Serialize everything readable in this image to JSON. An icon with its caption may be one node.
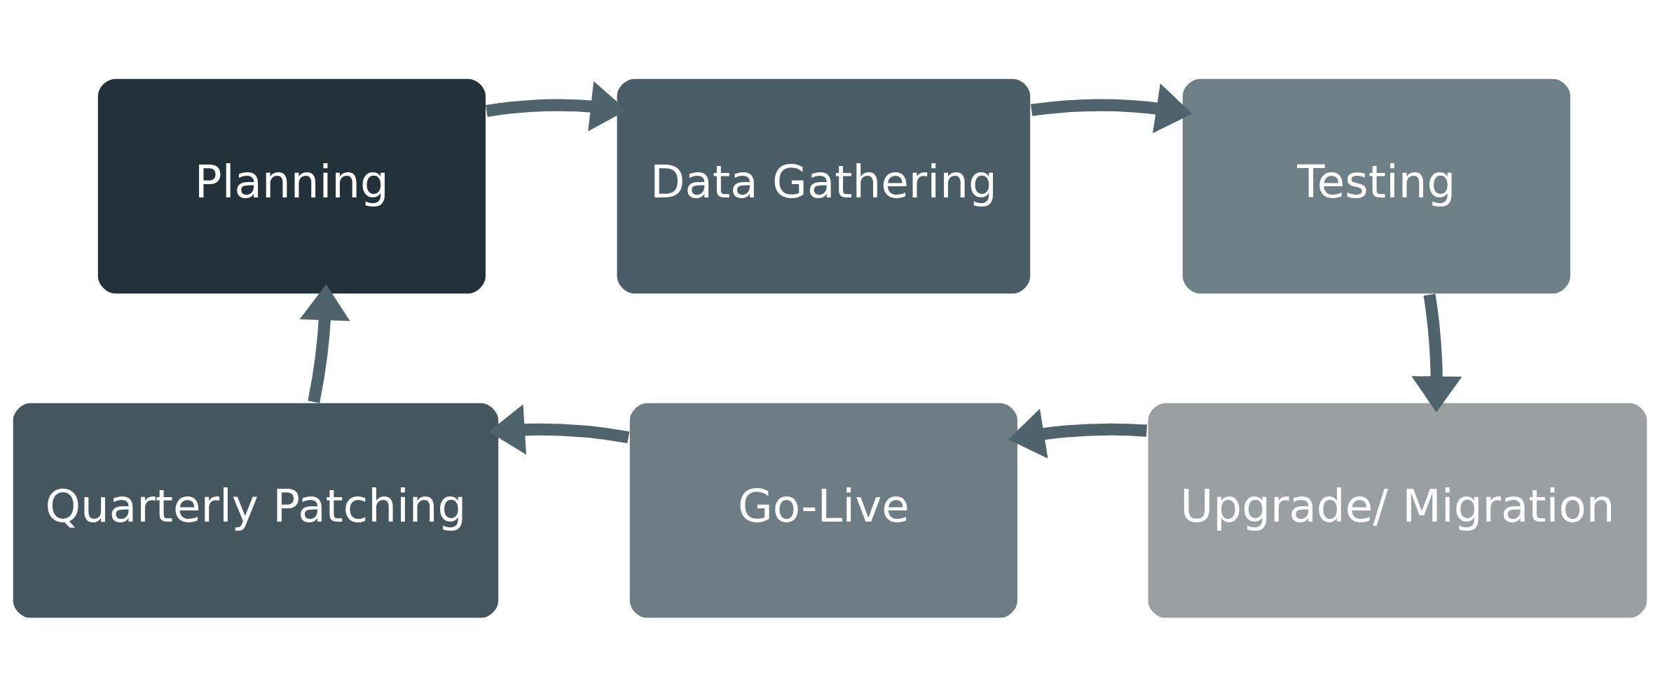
{
  "diagram": {
    "nodes": [
      {
        "text": [
          "Planning"
        ]
      },
      {
        "text": [
          "Data Gathering"
        ]
      },
      {
        "text": [
          "Testing"
        ]
      },
      {
        "text": [
          "Quarterly Patching"
        ]
      },
      {
        "text": [
          "Go-Live"
        ]
      },
      {
        "text": [
          "Upgrade/ Migration"
        ]
      }
    ],
    "edges": [
      {
        "from": 0,
        "to": 1,
        "arrow": "to"
      },
      {
        "from": 1,
        "to": 2,
        "arrow": "to"
      },
      {
        "from": 2,
        "to": 5,
        "arrow": "to"
      },
      {
        "from": 5,
        "to": 4,
        "arrow": "to"
      },
      {
        "from": 4,
        "to": 3,
        "arrow": "to"
      },
      {
        "from": 3,
        "to": 0,
        "arrow": "to"
      }
    ]
  }
}
